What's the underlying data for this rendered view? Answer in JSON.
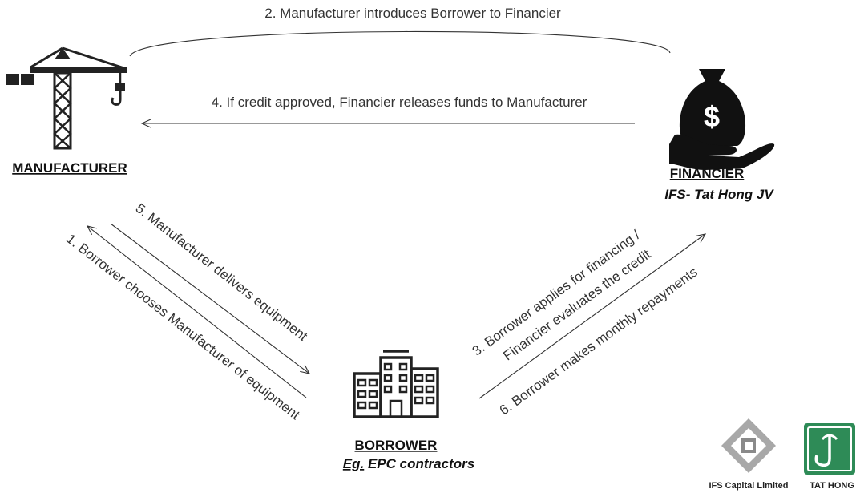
{
  "nodes": {
    "manufacturer": {
      "title": "MANUFACTURER",
      "icon": "crane-icon"
    },
    "financier": {
      "title": "FINANCIER",
      "subtitle": "IFS- Tat Hong JV",
      "icon": "money-bag-hand-icon"
    },
    "borrower": {
      "title": "BORROWER",
      "subtitle_prefix": "Eg.",
      "subtitle_rest": " EPC contractors",
      "icon": "office-buildings-icon"
    }
  },
  "flows": {
    "step1": "1. Borrower chooses Manufacturer of equipment",
    "step2": "2. Manufacturer introduces Borrower to Financier",
    "step3_line1": "3. Borrower applies for financing /",
    "step3_line2": "Financier evaluates the credit",
    "step4": "4. If credit approved, Financier releases funds to Manufacturer",
    "step5": "5. Manufacturer delivers equipment",
    "step6": "6. Borrower makes monthly repayments"
  },
  "logos": {
    "ifs": {
      "text": "IFS Capital Limited",
      "color": "#999999",
      "icon": "ifs-logo-icon"
    },
    "tathong": {
      "text": "TAT HONG",
      "color": "#2e8b57",
      "icon": "tat-hong-logo-icon"
    }
  },
  "colors": {
    "text": "#333333",
    "money_icon": "#111111",
    "tathong_green": "#2e8b57"
  }
}
